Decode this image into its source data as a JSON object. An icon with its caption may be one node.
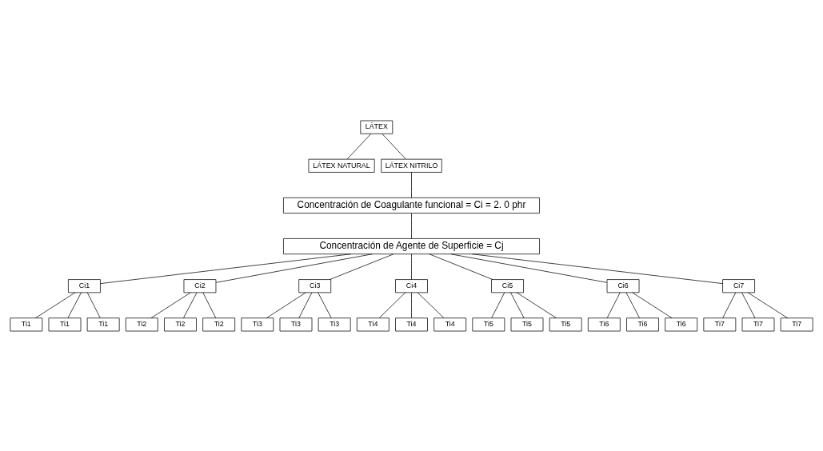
{
  "diagram": {
    "nodes": [
      {
        "text": [
          "LÁTEX"
        ]
      },
      {
        "text": [
          "LÁTEX NATURAL"
        ]
      },
      {
        "text": [
          "LÁTEX NITRILO"
        ]
      },
      {
        "text": [
          "Concentración de Coagulante funcional = Ci = 2. 0 phr"
        ]
      },
      {
        "text": [
          "Concentración de Agente de Superficie = Cj"
        ]
      },
      {
        "text": [
          "Ci1"
        ]
      },
      {
        "text": [
          "Ci2"
        ]
      },
      {
        "text": [
          "Ci3"
        ]
      },
      {
        "text": [
          "Ci4"
        ]
      },
      {
        "text": [
          "Ci5"
        ]
      },
      {
        "text": [
          "Ci6"
        ]
      },
      {
        "text": [
          "Ci7"
        ]
      },
      {
        "text": [
          "Ti1"
        ]
      },
      {
        "text": [
          "Ti1"
        ]
      },
      {
        "text": [
          "Ti1"
        ]
      },
      {
        "text": [
          "Ti2"
        ]
      },
      {
        "text": [
          "Ti2"
        ]
      },
      {
        "text": [
          "Ti2"
        ]
      },
      {
        "text": [
          "Ti3"
        ]
      },
      {
        "text": [
          "Ti3"
        ]
      },
      {
        "text": [
          "Ti3"
        ]
      },
      {
        "text": [
          "Ti4"
        ]
      },
      {
        "text": [
          "Ti4"
        ]
      },
      {
        "text": [
          "Ti4"
        ]
      },
      {
        "text": [
          "Ti5"
        ]
      },
      {
        "text": [
          "Ti5"
        ]
      },
      {
        "text": [
          "Ti5"
        ]
      },
      {
        "text": [
          "Ti6"
        ]
      },
      {
        "text": [
          "Ti6"
        ]
      },
      {
        "text": [
          "Ti6"
        ]
      },
      {
        "text": [
          "Ti7"
        ]
      },
      {
        "text": [
          "Ti7"
        ]
      },
      {
        "text": [
          "Ti7"
        ]
      }
    ],
    "edges": [
      {
        "from": 0,
        "to": 1,
        "arrow": "none"
      },
      {
        "from": 0,
        "to": 2,
        "arrow": "none"
      },
      {
        "from": 2,
        "to": 3,
        "arrow": "none"
      },
      {
        "from": 3,
        "to": 4,
        "arrow": "none"
      },
      {
        "from": 4,
        "to": 5,
        "arrow": "none"
      },
      {
        "from": 4,
        "to": 6,
        "arrow": "none"
      },
      {
        "from": 4,
        "to": 7,
        "arrow": "none"
      },
      {
        "from": 4,
        "to": 8,
        "arrow": "none"
      },
      {
        "from": 4,
        "to": 9,
        "arrow": "none"
      },
      {
        "from": 4,
        "to": 10,
        "arrow": "none"
      },
      {
        "from": 4,
        "to": 11,
        "arrow": "none"
      },
      {
        "from": 5,
        "to": 12,
        "arrow": "none"
      },
      {
        "from": 5,
        "to": 13,
        "arrow": "none"
      },
      {
        "from": 5,
        "to": 14,
        "arrow": "none"
      },
      {
        "from": 6,
        "to": 15,
        "arrow": "none"
      },
      {
        "from": 6,
        "to": 16,
        "arrow": "none"
      },
      {
        "from": 6,
        "to": 17,
        "arrow": "none"
      },
      {
        "from": 7,
        "to": 18,
        "arrow": "none"
      },
      {
        "from": 7,
        "to": 19,
        "arrow": "none"
      },
      {
        "from": 7,
        "to": 20,
        "arrow": "none"
      },
      {
        "from": 8,
        "to": 21,
        "arrow": "none"
      },
      {
        "from": 8,
        "to": 22,
        "arrow": "none"
      },
      {
        "from": 8,
        "to": 23,
        "arrow": "none"
      },
      {
        "from": 9,
        "to": 24,
        "arrow": "none"
      },
      {
        "from": 9,
        "to": 25,
        "arrow": "none"
      },
      {
        "from": 9,
        "to": 26,
        "arrow": "none"
      },
      {
        "from": 10,
        "to": 27,
        "arrow": "none"
      },
      {
        "from": 10,
        "to": 28,
        "arrow": "none"
      },
      {
        "from": 10,
        "to": 29,
        "arrow": "none"
      },
      {
        "from": 11,
        "to": 30,
        "arrow": "none"
      },
      {
        "from": 11,
        "to": 31,
        "arrow": "none"
      },
      {
        "from": 11,
        "to": 32,
        "arrow": "none"
      }
    ]
  }
}
